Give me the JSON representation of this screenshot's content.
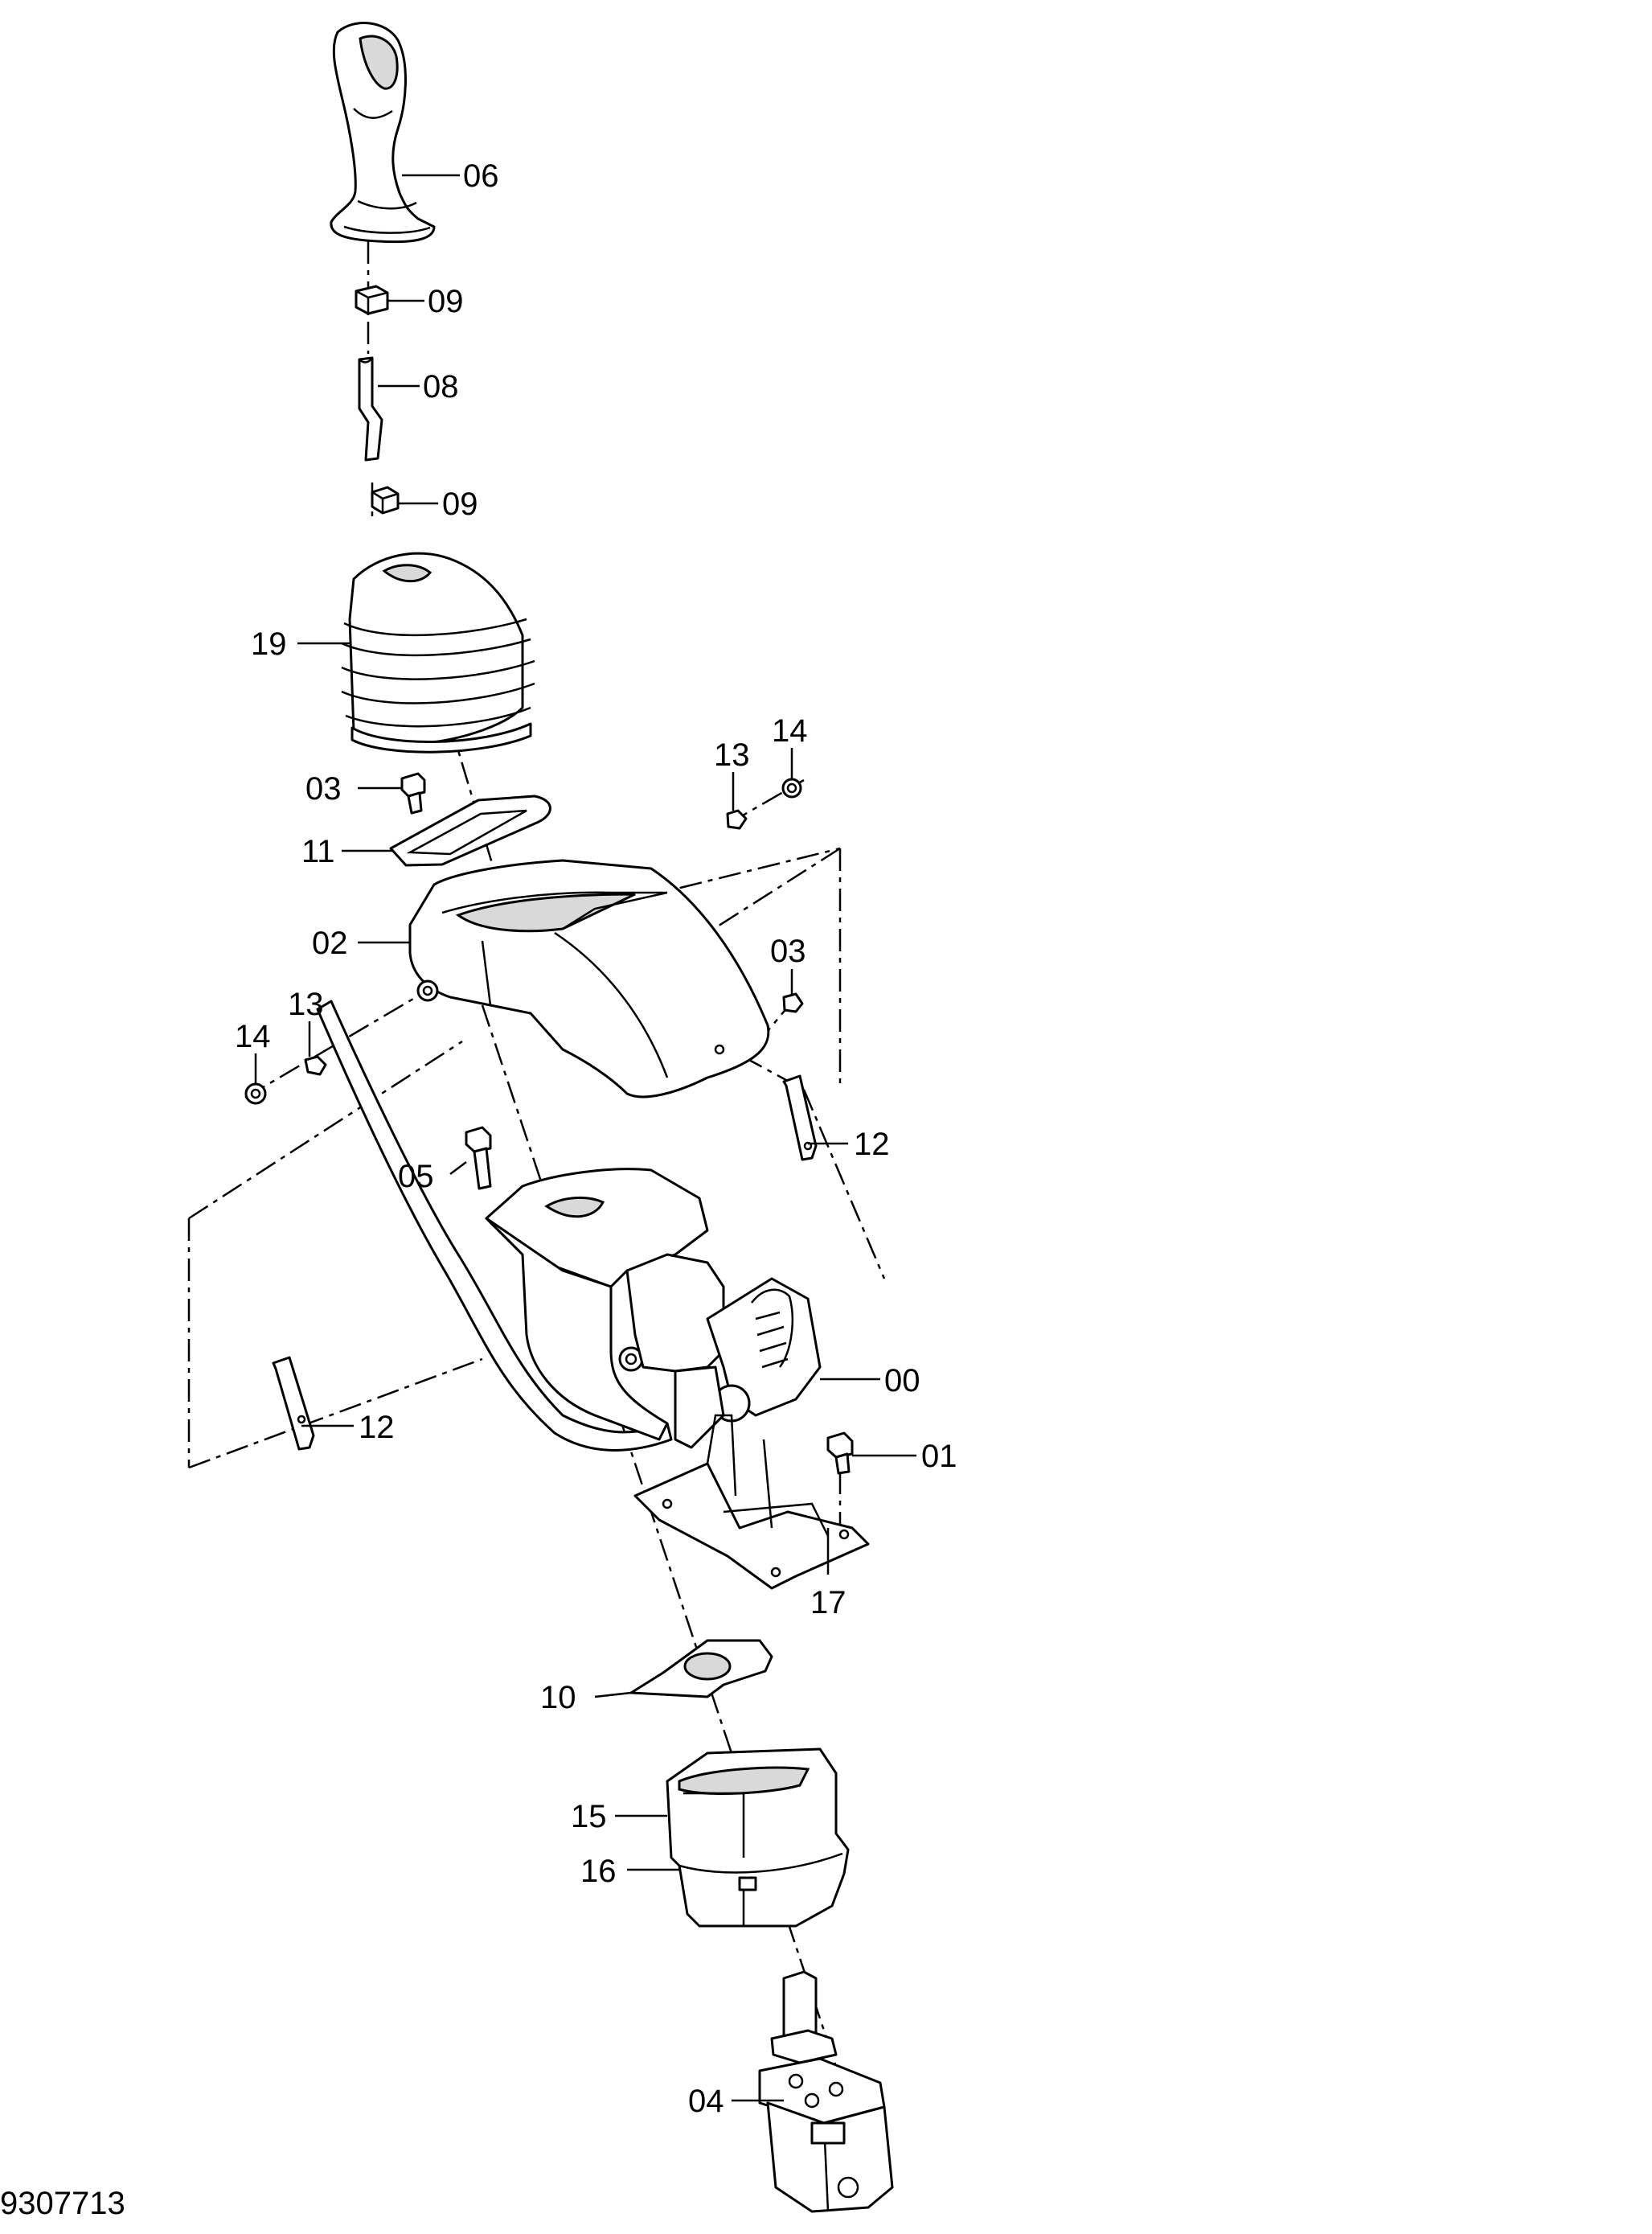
{
  "drawing": {
    "id": "9307713",
    "callouts": [
      {
        "key": "06",
        "label": "06"
      },
      {
        "key": "09a",
        "label": "09"
      },
      {
        "key": "08",
        "label": "08"
      },
      {
        "key": "09b",
        "label": "09"
      },
      {
        "key": "19",
        "label": "19"
      },
      {
        "key": "03a",
        "label": "03"
      },
      {
        "key": "11",
        "label": "11"
      },
      {
        "key": "13a",
        "label": "13"
      },
      {
        "key": "14a",
        "label": "14"
      },
      {
        "key": "02",
        "label": "02"
      },
      {
        "key": "03b",
        "label": "03"
      },
      {
        "key": "14b",
        "label": "14"
      },
      {
        "key": "13b",
        "label": "13"
      },
      {
        "key": "12a",
        "label": "12"
      },
      {
        "key": "05",
        "label": "05"
      },
      {
        "key": "00",
        "label": "00"
      },
      {
        "key": "12b",
        "label": "12"
      },
      {
        "key": "01",
        "label": "01"
      },
      {
        "key": "17",
        "label": "17"
      },
      {
        "key": "10",
        "label": "10"
      },
      {
        "key": "15",
        "label": "15"
      },
      {
        "key": "16",
        "label": "16"
      },
      {
        "key": "04",
        "label": "04"
      }
    ]
  }
}
